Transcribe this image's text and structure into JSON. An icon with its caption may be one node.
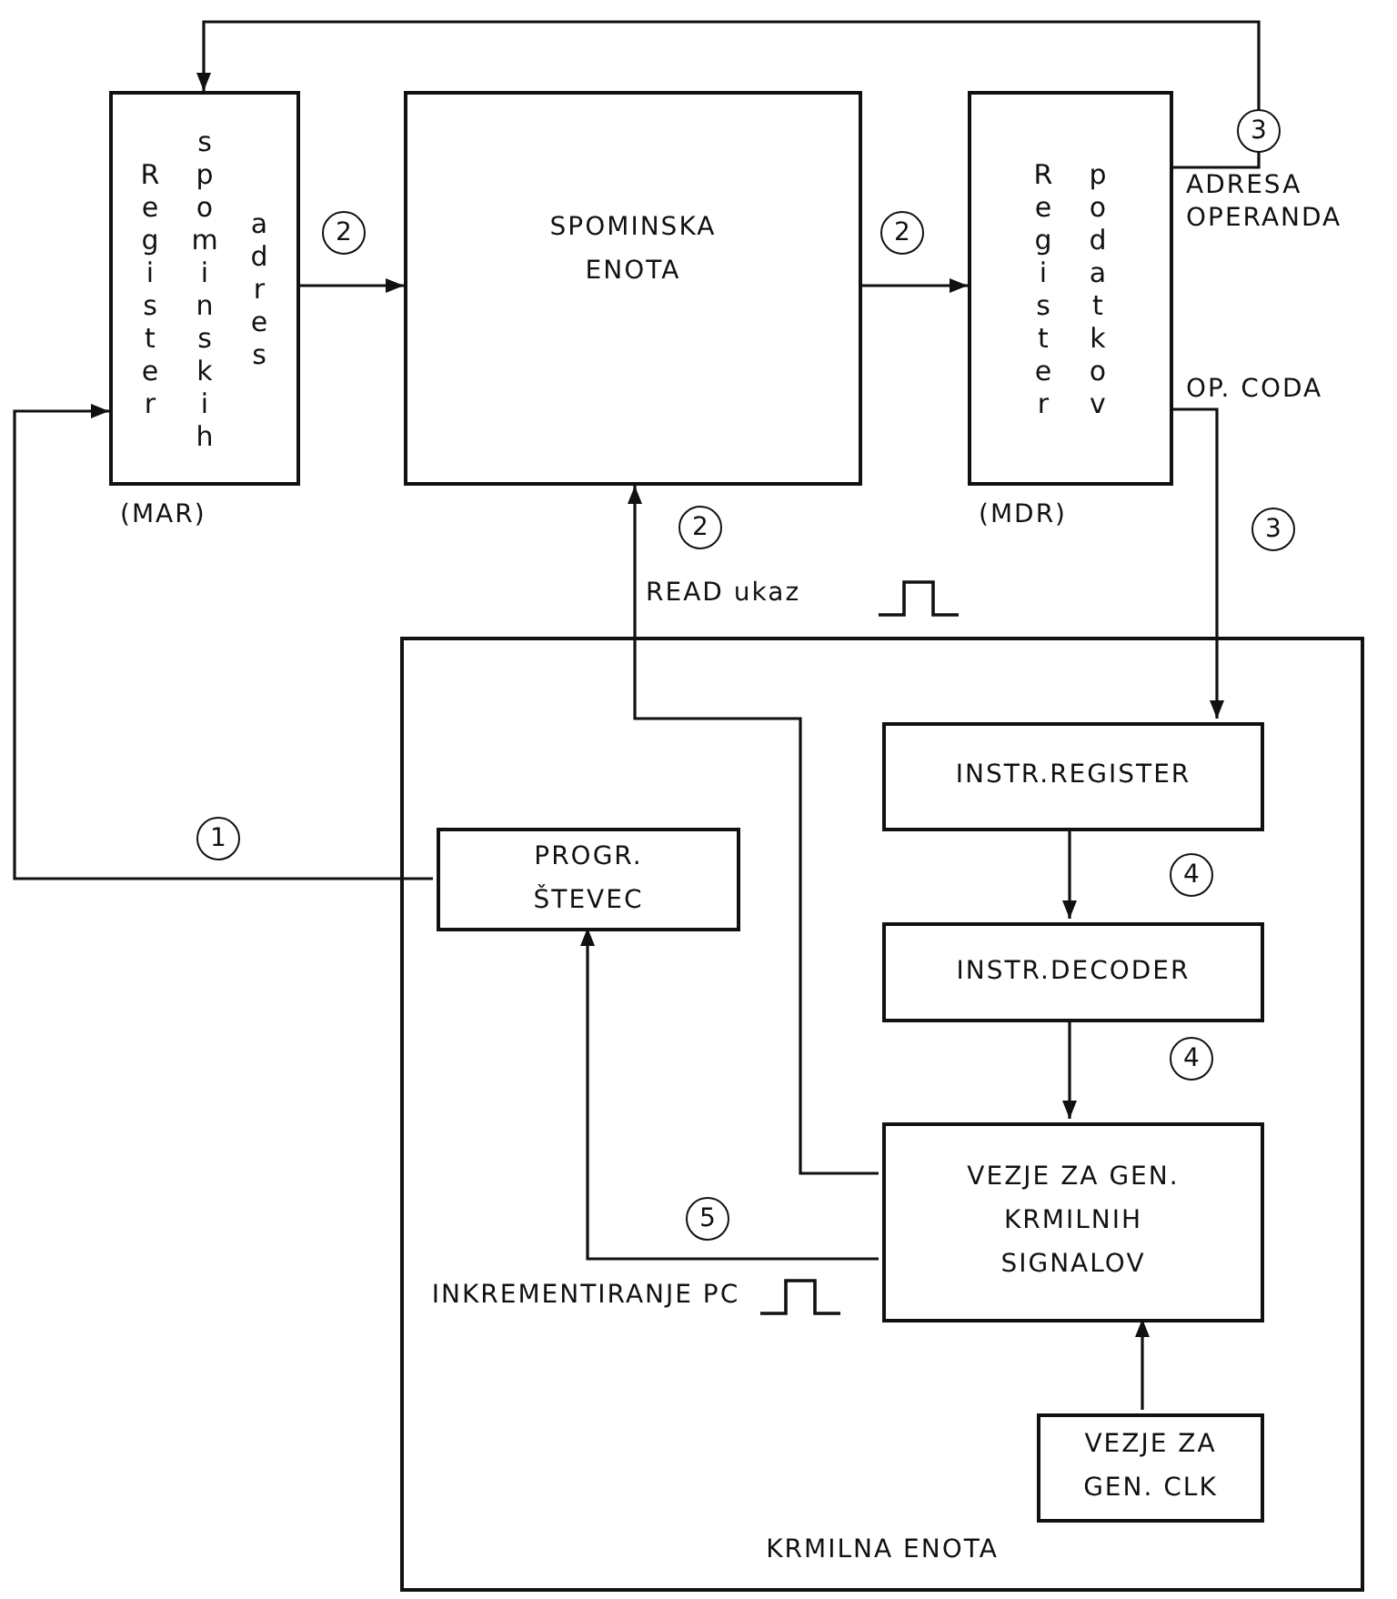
{
  "diagram": {
    "nodes": [
      {
        "text": [
          "Register spominskih adres"
        ],
        "beside": [
          "(MAR)"
        ]
      },
      {
        "text": [
          "SPOMINSKA ENOTA"
        ]
      },
      {
        "text": [
          "Register podatkov"
        ],
        "beside": [
          "(MDR)"
        ]
      },
      {
        "text": [
          "KRMILNA ENOTA"
        ]
      },
      {
        "text": [
          "PROGR. ŠTEVEC"
        ],
        "in": 3
      },
      {
        "text": [
          "INSTR.REGISTER"
        ],
        "in": 3
      },
      {
        "text": [
          "INSTR.DECODER"
        ],
        "in": 3
      },
      {
        "text": [
          "VEZJE ZA GEN. KRMILNIH SIGNALOV"
        ],
        "in": 3
      },
      {
        "text": [
          "VEZJE ZA GEN. CLK"
        ],
        "in": 3
      }
    ],
    "edges": [
      {
        "from": 2,
        "to": 0,
        "arrow": "to",
        "label": "3"
      },
      {
        "from": 0,
        "to": 1,
        "arrow": "to",
        "label": "2"
      },
      {
        "from": 1,
        "to": 2,
        "arrow": "to",
        "label": "2"
      },
      {
        "from": 4,
        "to": 0,
        "arrow": "to",
        "label": "1"
      },
      {
        "from": 7,
        "to": 1,
        "arrow": "to",
        "label": "2"
      },
      {
        "from": 2,
        "to": 5,
        "arrow": "to",
        "label": "3"
      },
      {
        "from": 5,
        "to": 6,
        "arrow": "to",
        "label": "4"
      },
      {
        "from": 6,
        "to": 7,
        "arrow": "to",
        "label": "4"
      },
      {
        "from": 7,
        "to": 4,
        "arrow": "to",
        "label": "5"
      },
      {
        "from": 8,
        "to": 7,
        "arrow": "to"
      }
    ],
    "labels": [
      "ADRESA OPERANDA",
      "OP. CODA",
      "READ ukaz",
      "INKREMENTIRANJE PC"
    ]
  }
}
